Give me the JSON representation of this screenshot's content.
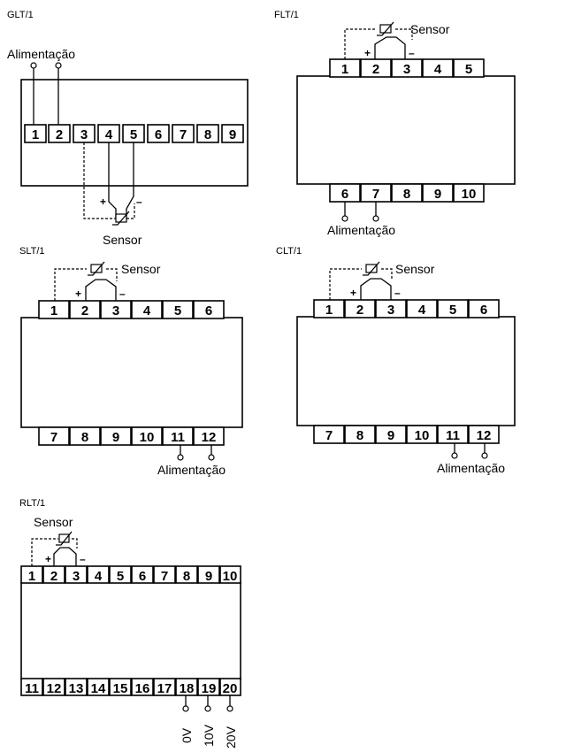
{
  "diagrams": {
    "glt": {
      "title": "GLT/1",
      "terminals": [
        "1",
        "2",
        "3",
        "4",
        "5",
        "6",
        "7",
        "8",
        "9"
      ],
      "power_label": "Alimentação",
      "sensor_label": "Sensor",
      "plus": "+",
      "minus": "–"
    },
    "flt": {
      "title": "FLT/1",
      "top_terminals": [
        "1",
        "2",
        "3",
        "4",
        "5"
      ],
      "bottom_terminals": [
        "6",
        "7",
        "8",
        "9",
        "10"
      ],
      "power_label": "Alimentação",
      "sensor_label": "Sensor",
      "plus": "+",
      "minus": "–"
    },
    "slt": {
      "title": "SLT/1",
      "top_terminals": [
        "1",
        "2",
        "3",
        "4",
        "5",
        "6"
      ],
      "bottom_terminals": [
        "7",
        "8",
        "9",
        "10",
        "11",
        "12"
      ],
      "power_label": "Alimentação",
      "sensor_label": "Sensor",
      "plus": "+",
      "minus": "–"
    },
    "clt": {
      "title": "CLT/1",
      "top_terminals": [
        "1",
        "2",
        "3",
        "4",
        "5",
        "6"
      ],
      "bottom_terminals": [
        "7",
        "8",
        "9",
        "10",
        "11",
        "12"
      ],
      "power_label": "Alimentação",
      "sensor_label": "Sensor",
      "plus": "+",
      "minus": "–"
    },
    "rlt": {
      "title": "RLT/1",
      "top_terminals": [
        "1",
        "2",
        "3",
        "4",
        "5",
        "6",
        "7",
        "8",
        "9",
        "10"
      ],
      "bottom_terminals": [
        "11",
        "12",
        "13",
        "14",
        "15",
        "16",
        "17",
        "18",
        "19",
        "20"
      ],
      "sensor_label": "Sensor",
      "plus": "+",
      "minus": "–",
      "output_labels": [
        "0V",
        "10V",
        "20V"
      ]
    }
  }
}
